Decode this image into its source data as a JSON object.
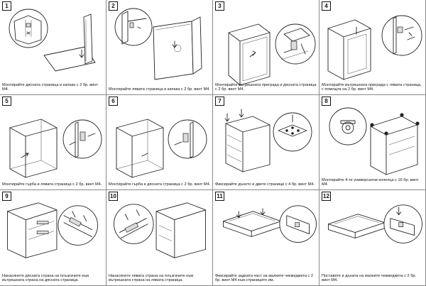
{
  "steps": [
    {
      "number": "1",
      "caption": "Монтирайте дясната страница и капака с 2 бр. винт М4."
    },
    {
      "number": "2",
      "caption": "Монтирайте лявата страница и капака с 2 бр. винт М4."
    },
    {
      "number": "3",
      "caption": "Монтирайте вътрешната преграда и дясната страница с 2 бр. винт М4."
    },
    {
      "number": "4",
      "caption": "Монтирайте вътрешната преграда с лявата страница, с помощта на 2 бр. винт М4."
    },
    {
      "number": "5",
      "caption": "Монтирайте гърба и лявата страница с 2 бр. винт М4."
    },
    {
      "number": "6",
      "caption": "Монтирайте гърба и дясната страница с 2 бр. винт М4."
    },
    {
      "number": "7",
      "caption": "Фиксирайте дъното и двете страници с 4 бр. винт М4."
    },
    {
      "number": "8",
      "caption": "Монтирайте 4-те универсални колелца с 16 бр. винт М4."
    },
    {
      "number": "9",
      "caption": "Нанасянете дясната страна на плъзгачите към вътрешната страна на дясната страница."
    },
    {
      "number": "10",
      "caption": "Нанасянете лявата страна на плъзгачите към вътрешната страна на лявата страница."
    },
    {
      "number": "11",
      "caption": "Фиксирайте задната част на малките чекмеджета с 2 бр. винт М4 към страниците им."
    },
    {
      "number": "12",
      "caption": "Поставете и дъната на малките чекмеджета с 2 бр. винт М4."
    }
  ]
}
